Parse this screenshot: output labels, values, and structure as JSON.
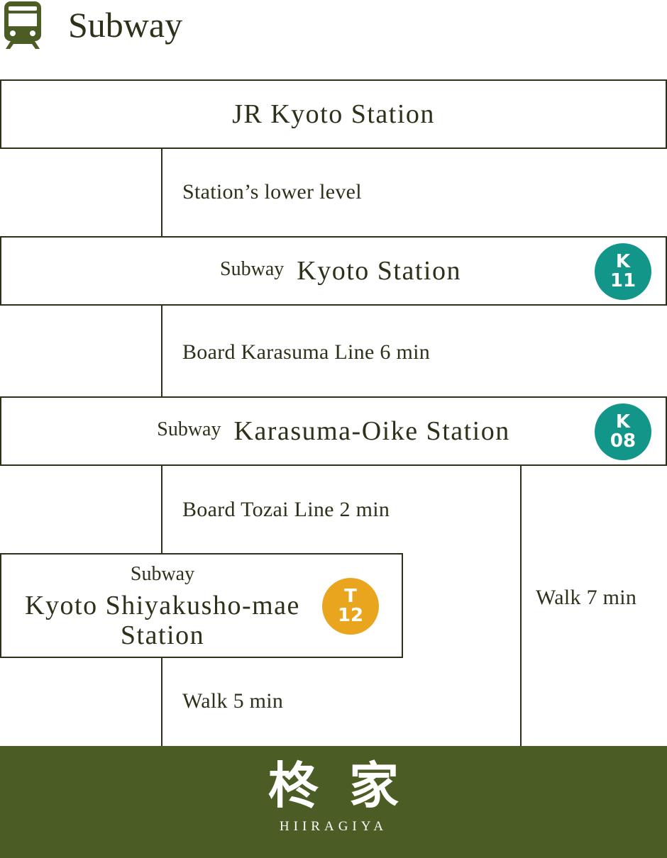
{
  "header": {
    "title": "Subway",
    "icon": "train-icon",
    "icon_color": "#4b5c25"
  },
  "colors": {
    "line": "#2c3119",
    "karasuma_badge": "#12968a",
    "tozai_badge": "#eaa51f",
    "footer": "#4b5c25"
  },
  "route": {
    "start": {
      "name": "JR Kyoto Station"
    },
    "step1": "Station’s lower level",
    "stop1": {
      "prefix": "Subway",
      "name": "Kyoto Station",
      "badge_line": "K",
      "badge_num": "11"
    },
    "step2": "Board Karasuma Line 6 min",
    "stop2": {
      "prefix": "Subway",
      "name": "Karasuma-Oike Station",
      "badge_line": "K",
      "badge_num": "08"
    },
    "step3": "Board Tozai Line 2 min",
    "stop3": {
      "prefix": "Subway",
      "name_line1": "Kyoto Shiyakusho-mae",
      "name_line2": "Station",
      "badge_line": "T",
      "badge_num": "12"
    },
    "step4": "Walk 5 min",
    "alt_step": "Walk 7 min"
  },
  "footer": {
    "logo_kanji": "柊家",
    "brand": "HIIRAGIYA"
  }
}
